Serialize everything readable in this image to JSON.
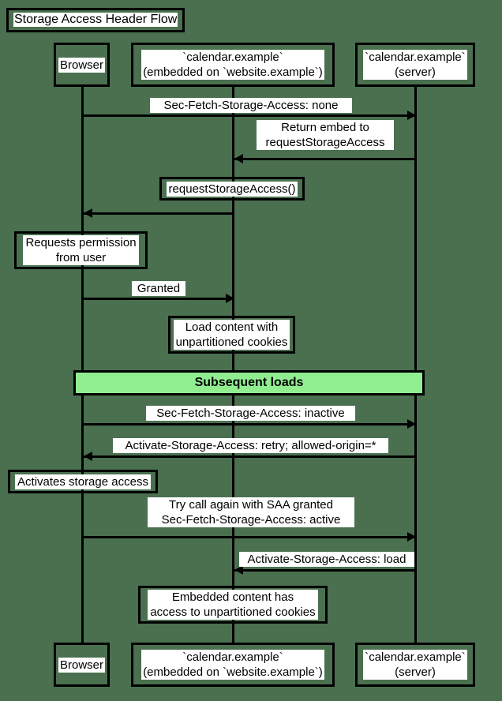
{
  "diagram": {
    "title": "Storage Access Header Flow",
    "type": "sequence-diagram",
    "background_color": "#4a7050",
    "line_color": "#000000",
    "note_background": "#ffffff",
    "highlight_color": "#90ee90"
  },
  "participants": [
    {
      "id": "browser",
      "label": "Browser"
    },
    {
      "id": "embed",
      "label": "`calendar.example`\n(embedded on `website.example`)"
    },
    {
      "id": "server",
      "label": "`calendar.example`\n(server)"
    }
  ],
  "messages": [
    {
      "id": "m1",
      "label": "Sec-Fetch-Storage-Access: none",
      "direction": "right"
    },
    {
      "id": "m2",
      "label": "Return embed to\nrequestStorageAccess",
      "direction": "left"
    },
    {
      "id": "m3",
      "label": "requestStorageAccess()",
      "kind": "note"
    },
    {
      "id": "m4",
      "label": "",
      "direction": "left"
    },
    {
      "id": "m5",
      "label": "Requests permission\nfrom user",
      "kind": "note"
    },
    {
      "id": "m6",
      "label": "Granted",
      "direction": "right"
    },
    {
      "id": "m7",
      "label": "Load content with\nunpartitioned cookies",
      "kind": "note"
    },
    {
      "id": "m8",
      "label": "Subsequent loads",
      "kind": "band"
    },
    {
      "id": "m9",
      "label": "Sec-Fetch-Storage-Access: inactive",
      "direction": "right"
    },
    {
      "id": "m10",
      "label": "Activate-Storage-Access: retry; allowed-origin=*",
      "direction": "left"
    },
    {
      "id": "m11",
      "label": "Activates storage access",
      "kind": "note"
    },
    {
      "id": "m12",
      "label": "Try call again with SAA granted\nSec-Fetch-Storage-Access: active",
      "direction": "right"
    },
    {
      "id": "m13",
      "label": "Activate-Storage-Access: load",
      "direction": "left"
    },
    {
      "id": "m14",
      "label": "Embedded content has\naccess to unpartitioned cookies",
      "kind": "note"
    }
  ],
  "notes": {
    "return_embed": "Return embed to\nrequestStorageAccess",
    "request_storage_access": "requestStorageAccess()",
    "requests_permission": "Requests permission\nfrom user",
    "load_content": "Load content with\nunpartitioned cookies",
    "activates_storage_access": "Activates storage access",
    "embedded_content": "Embedded content has\naccess to unpartitioned cookies"
  },
  "band": {
    "label": "Subsequent loads"
  },
  "labels": {
    "sec_fetch_none": "Sec-Fetch-Storage-Access: none",
    "granted": "Granted",
    "sec_fetch_inactive": "Sec-Fetch-Storage-Access: inactive",
    "activate_retry": "Activate-Storage-Access: retry; allowed-origin=*",
    "try_again": "Try call again with SAA granted\nSec-Fetch-Storage-Access: active",
    "activate_load": "Activate-Storage-Access: load"
  }
}
